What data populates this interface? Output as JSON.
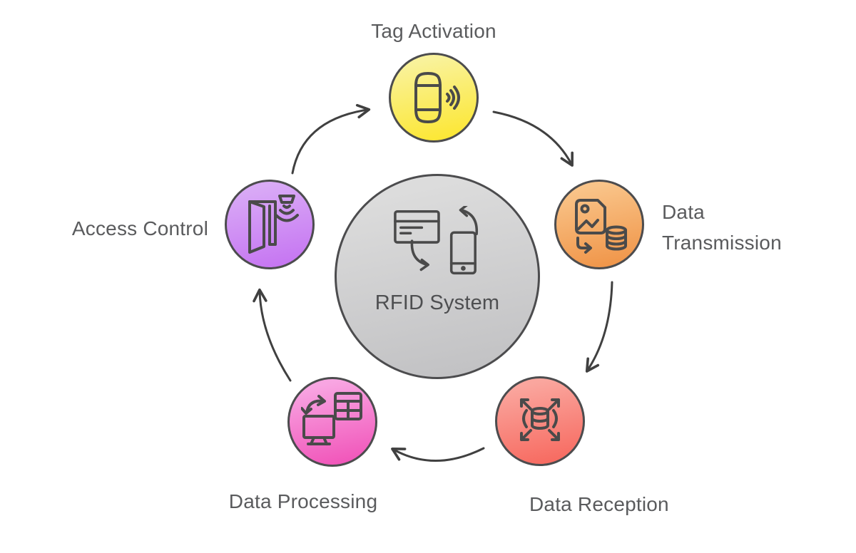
{
  "diagram": {
    "type": "cycle",
    "center": {
      "label": "RFID System",
      "icon": "card-phone-exchange-icon",
      "colors": {
        "top": "#dcdcdc",
        "bottom": "#c2c2c4",
        "border": "#4c4c4e"
      }
    },
    "nodes": [
      {
        "id": "tag-activation",
        "label": "Tag Activation",
        "icon": "rfid-tag-signal-icon",
        "colors": {
          "top": "#f9f29b",
          "bottom": "#fce735",
          "border": "#4c4c4e"
        }
      },
      {
        "id": "data-transmission",
        "label": "Data Transmission",
        "icon": "image-to-database-icon",
        "colors": {
          "top": "#f9c489",
          "bottom": "#f0964a",
          "border": "#4c4c4e"
        }
      },
      {
        "id": "data-reception",
        "label": "Data Reception",
        "icon": "database-broadcast-icon",
        "colors": {
          "top": "#faa69e",
          "bottom": "#f76b61",
          "border": "#4c4c4e"
        }
      },
      {
        "id": "data-processing",
        "label": "Data Processing",
        "icon": "monitor-table-sync-icon",
        "colors": {
          "top": "#f8a5e2",
          "bottom": "#f156ba",
          "border": "#4c4c4e"
        }
      },
      {
        "id": "access-control",
        "label": "Access Control",
        "icon": "door-reader-icon",
        "colors": {
          "top": "#d9aaf6",
          "bottom": "#c676f2",
          "border": "#4c4c4e"
        }
      }
    ],
    "flow": [
      {
        "from": "Access Control",
        "to": "Tag Activation"
      },
      {
        "from": "Tag Activation",
        "to": "Data Transmission"
      },
      {
        "from": "Data Transmission",
        "to": "Data Reception"
      },
      {
        "from": "Data Reception",
        "to": "Data Processing"
      },
      {
        "from": "Data Processing",
        "to": "Access Control"
      }
    ],
    "arrow_color": "#404040",
    "icon_stroke": "#4a4a4a"
  }
}
